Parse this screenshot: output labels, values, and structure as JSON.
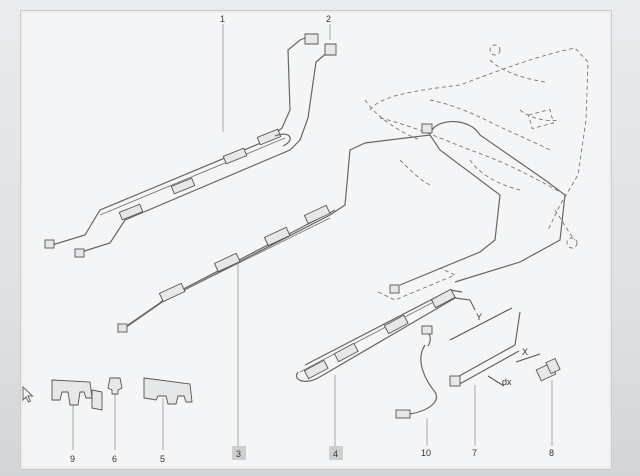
{
  "diagram": {
    "callouts": [
      {
        "id": "c1",
        "label": "1"
      },
      {
        "id": "c2",
        "label": "2"
      },
      {
        "id": "c3",
        "label": "3"
      },
      {
        "id": "c4",
        "label": "4"
      },
      {
        "id": "c5",
        "label": "5"
      },
      {
        "id": "c6",
        "label": "6"
      },
      {
        "id": "c7",
        "label": "7"
      },
      {
        "id": "c8",
        "label": "8"
      },
      {
        "id": "c9",
        "label": "9"
      },
      {
        "id": "c10",
        "label": "10"
      }
    ],
    "dims": {
      "y": "Y",
      "x": "X",
      "dx": "dx"
    }
  },
  "colors": {
    "ink": "#555555",
    "label_box": "#cdcecf",
    "sheet": "#f4f5f6"
  },
  "icons": {
    "cursor": "mouse-pointer-icon"
  }
}
